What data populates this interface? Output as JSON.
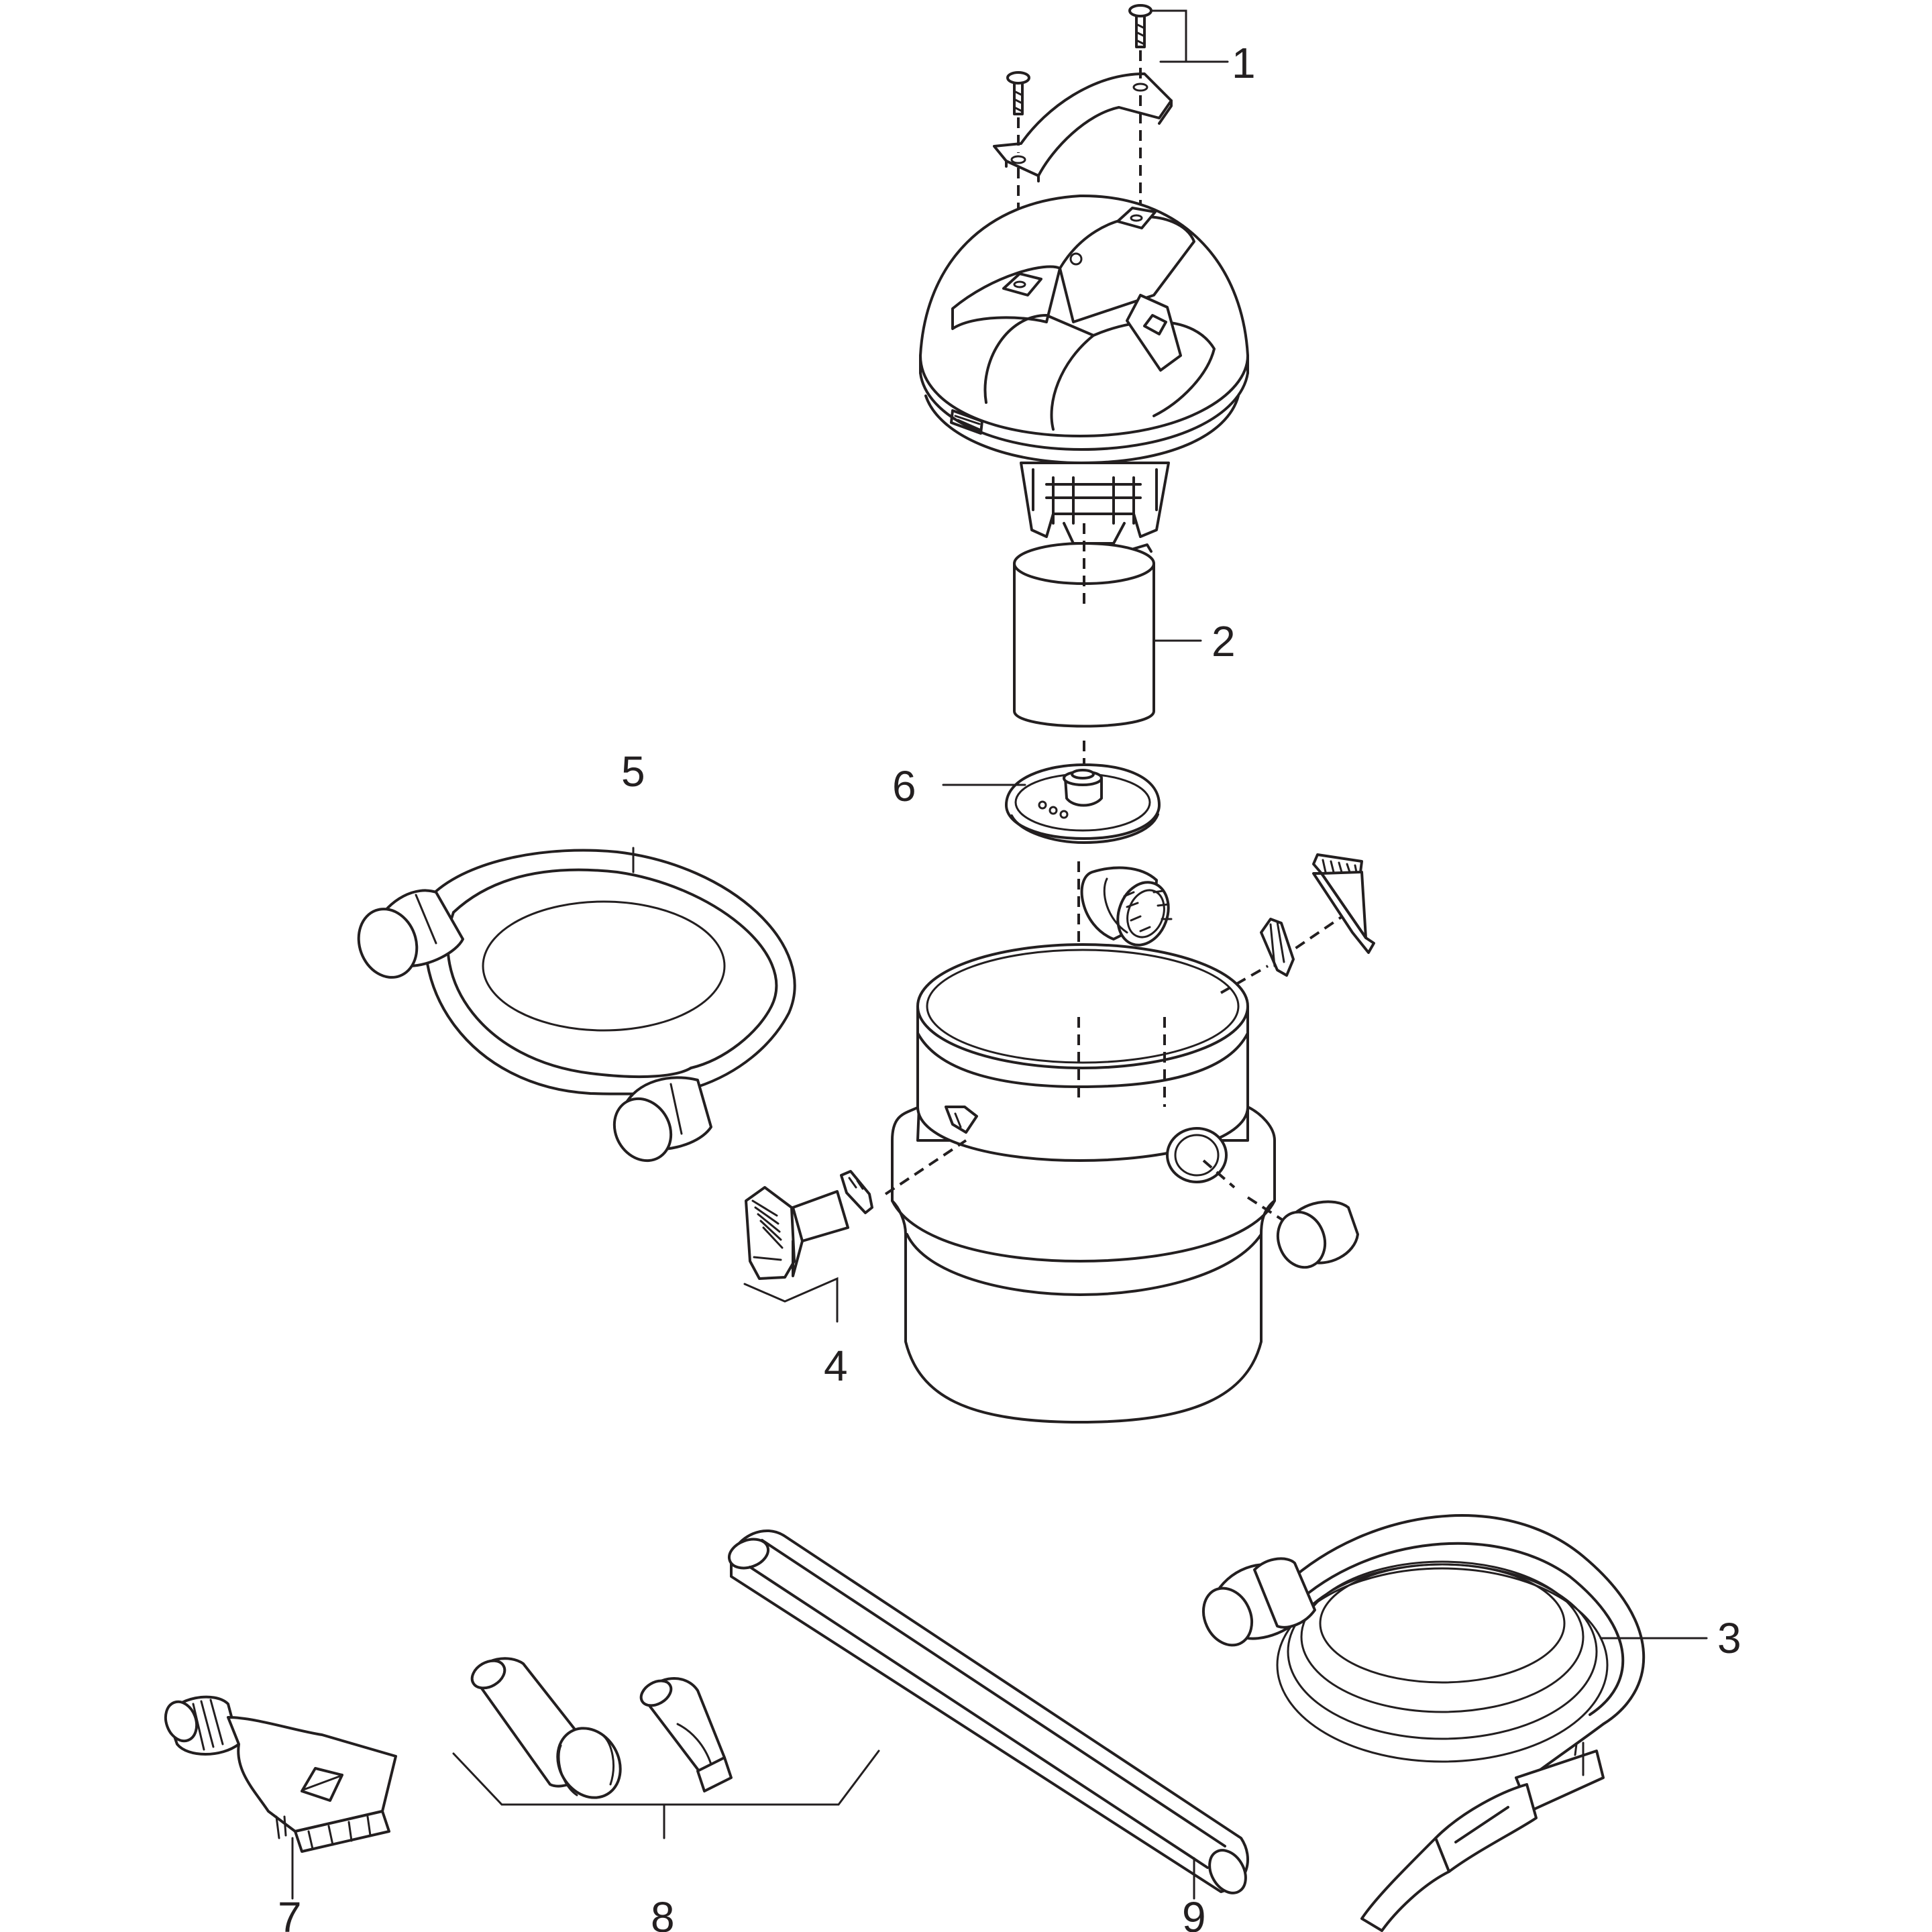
{
  "parts": [
    {
      "id": "part-1",
      "number": "1"
    },
    {
      "id": "part-2",
      "number": "2"
    },
    {
      "id": "part-3",
      "number": "3"
    },
    {
      "id": "part-4",
      "number": "4"
    },
    {
      "id": "part-5",
      "number": "5"
    },
    {
      "id": "part-6",
      "number": "6"
    },
    {
      "id": "part-7",
      "number": "7"
    },
    {
      "id": "part-8",
      "number": "8"
    },
    {
      "id": "part-9",
      "number": "9"
    }
  ]
}
